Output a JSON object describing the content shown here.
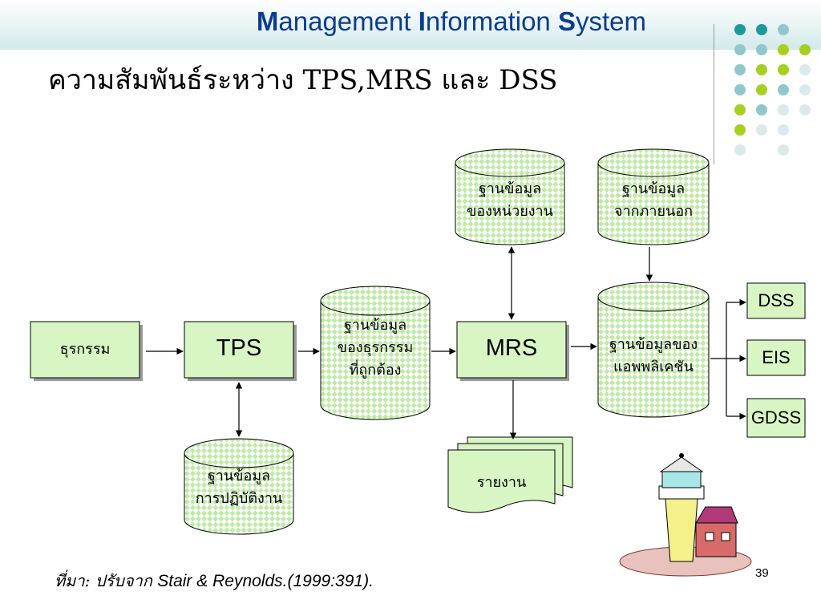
{
  "header": {
    "title_parts": [
      {
        "initial": "M",
        "rest": "anagement "
      },
      {
        "initial": "I",
        "rest": "nformation "
      },
      {
        "initial": "S",
        "rest": "ystem"
      }
    ],
    "color": "#0a3d8f"
  },
  "slide": {
    "title": "ความสัมพันธ์ระหว่าง TPS,MRS และ DSS",
    "page_number": "39"
  },
  "decor": {
    "dot_colors": [
      "#1b9a9c",
      "#8fc7cc",
      "#a6cf1f",
      "#dbe9ec"
    ]
  },
  "diagram": {
    "transactions_label": "ธุรกรรม",
    "tps_label": "TPS",
    "mrs_label": "MRS",
    "operational_db_lines": [
      "ฐานข้อมูล",
      "การปฏิบัติงาน"
    ],
    "valid_transactions_db_lines": [
      "ฐานข้อมูล",
      "ของธุรกรรม",
      "ที่ถูกต้อง"
    ],
    "unit_db_lines": [
      "ฐานข้อมูล",
      "ของหน่วยงาน"
    ],
    "external_db_lines": [
      "ฐานข้อมูล",
      "จากภายนอก"
    ],
    "application_db_lines": [
      "ฐานข้อมูลของ",
      "แอพพลิเคชัน"
    ],
    "report_label": "รายงาน",
    "outputs": [
      "DSS",
      "EIS",
      "GDSS"
    ],
    "colors": {
      "box_fill": "#d8f5c4",
      "pattern_a": "#bfeaa6",
      "pattern_b": "#ffffff",
      "stroke": "#000000"
    }
  },
  "source": {
    "prefix": "ที่มา: ปรับจาก ",
    "reference": "Stair & Reynolds.(1999:391)."
  }
}
